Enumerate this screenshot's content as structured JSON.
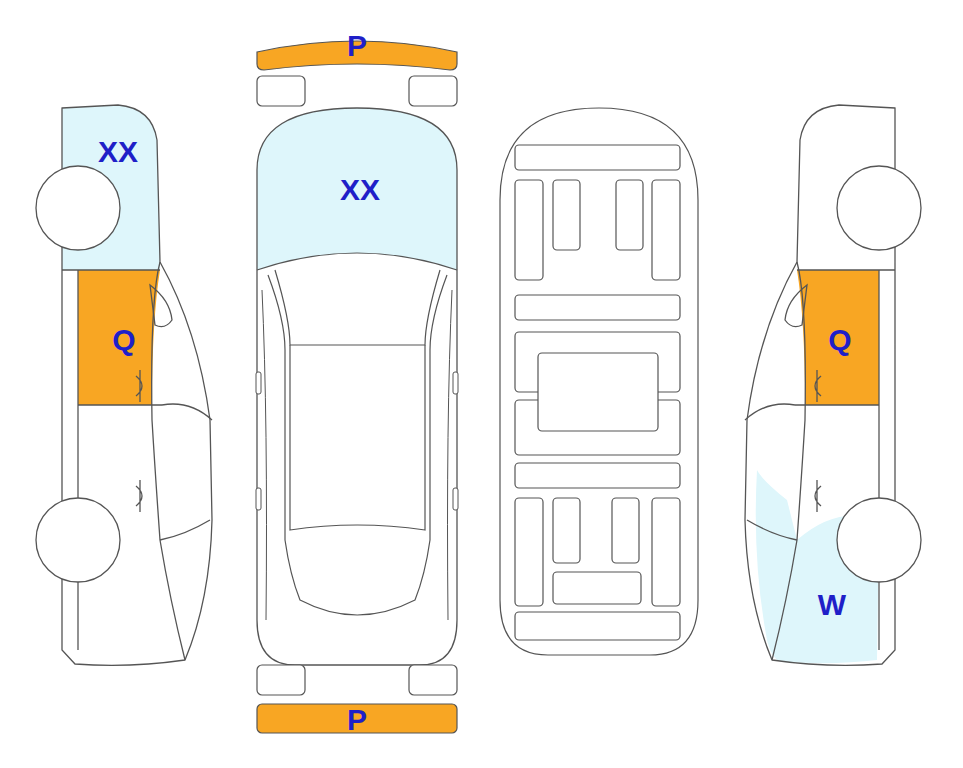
{
  "diagram": {
    "labels": [
      "P",
      "XX",
      "XX",
      "Q",
      "Q",
      "W",
      "P"
    ]
  }
}
